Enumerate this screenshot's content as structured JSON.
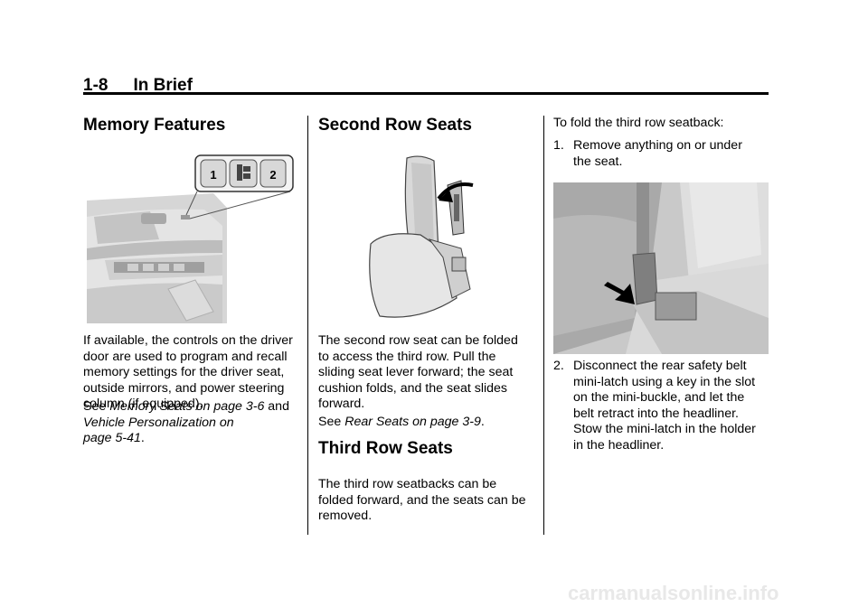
{
  "header": {
    "page_number": "1-8",
    "section": "In Brief"
  },
  "col1": {
    "heading": "Memory Features",
    "figure_labels": [
      "1",
      "2"
    ],
    "body": "If available, the controls on the driver door are used to program and recall memory settings for the driver seat, outside mirrors, and power steering column (if equipped).",
    "see_prefix": "See",
    "see_link1": "Memory Seats on page 3-6",
    "see_and": "and",
    "see_link2a": "Vehicle Personalization on",
    "see_link2b": "page 5-41",
    "see_period": "."
  },
  "col2": {
    "heading": "Second Row Seats",
    "body": "The second row seat can be folded to access the third row. Pull the sliding seat lever forward; the seat cushion folds, and the seat slides forward.",
    "see_prefix": "See",
    "see_link": "Rear Seats on page 3-9",
    "see_period": ".",
    "heading2": "Third Row Seats",
    "body2": "The third row seatbacks can be folded forward, and the seats can be removed."
  },
  "col3": {
    "intro": "To fold the third row seatback:",
    "step1_num": "1.",
    "step1_line1": "Remove anything on or under",
    "step1_line2": "the seat.",
    "step2_num": "2.",
    "step2_line1": "Disconnect the rear safety belt",
    "step2_rest": "mini-latch using a key in the slot on the mini-buckle, and let the belt retract into the headliner. Stow the mini-latch in the holder in the headliner."
  },
  "footer": {
    "watermark": "carmanualsonline.info"
  }
}
